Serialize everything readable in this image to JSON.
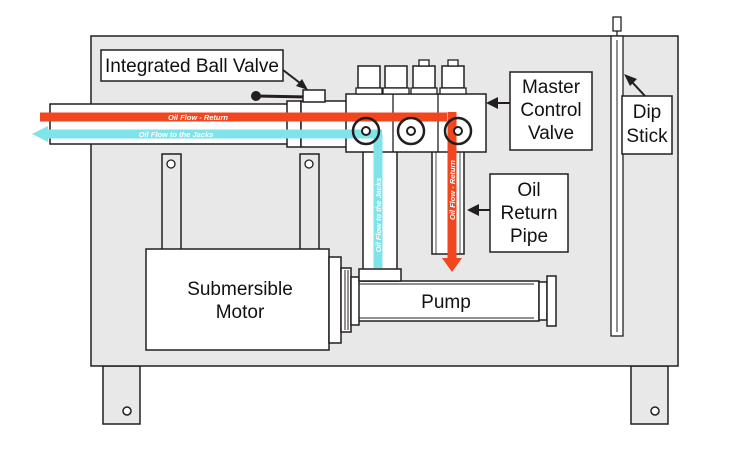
{
  "labels": {
    "ball_valve": "Integrated Ball Valve",
    "master_line1": "Master",
    "master_line2": "Control",
    "master_line3": "Valve",
    "dip_line1": "Dip",
    "dip_line2": "Stick",
    "oil_line1": "Oil",
    "oil_line2": "Return",
    "oil_line3": "Pipe",
    "motor_line1": "Submersible",
    "motor_line2": "Motor",
    "pump": "Pump"
  },
  "flows": {
    "return_h": "Oil Flow - Return",
    "jacks_h": "Oil Flow to the Jacks",
    "return_v": "Oil Flow - Return",
    "jacks_v": "Oil Flow to the Jacks"
  },
  "colors": {
    "return": "#f2461f",
    "jacks": "#7fe3ea",
    "tank": "#e8e8e8",
    "outline": "#231f20"
  }
}
